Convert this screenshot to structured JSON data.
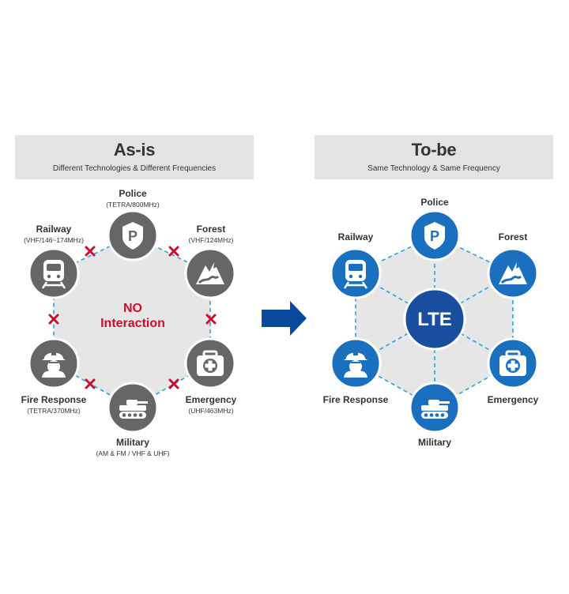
{
  "as_is": {
    "title": "As-is",
    "subtitle": "Different Technologies & Different Frequencies",
    "center_text_line1": "NO",
    "center_text_line2": "Interaction",
    "nodes": {
      "police": {
        "name": "Police",
        "freq": "(TETRA/800MHz)"
      },
      "forest": {
        "name": "Forest",
        "freq": "(VHF/124MHz)"
      },
      "emergency": {
        "name": "Emergency",
        "freq": "(UHF/463MHz)"
      },
      "military": {
        "name": "Military",
        "freq": "(AM & FM / VHF & UHF)"
      },
      "fire": {
        "name": "Fire Response",
        "freq": "(TETRA/370MHz)"
      },
      "railway": {
        "name": "Railway",
        "freq": "(VHF/146~174MHz)"
      }
    }
  },
  "to_be": {
    "title": "To-be",
    "subtitle": "Same Technology & Same Frequency",
    "center_text": "LTE",
    "nodes": {
      "police": {
        "name": "Police"
      },
      "forest": {
        "name": "Forest"
      },
      "emergency": {
        "name": "Emergency"
      },
      "military": {
        "name": "Military"
      },
      "fire": {
        "name": "Fire Response"
      },
      "railway": {
        "name": "Railway"
      }
    }
  },
  "colors": {
    "gray_node": "#666666",
    "blue_node": "#1a6fbf",
    "lte_center": "#1a4e9e",
    "dashed_line": "#2aa3d8",
    "no_interaction": "#c8102e",
    "arrow": "#0a4a9c",
    "header_bg": "#e3e3e3"
  }
}
